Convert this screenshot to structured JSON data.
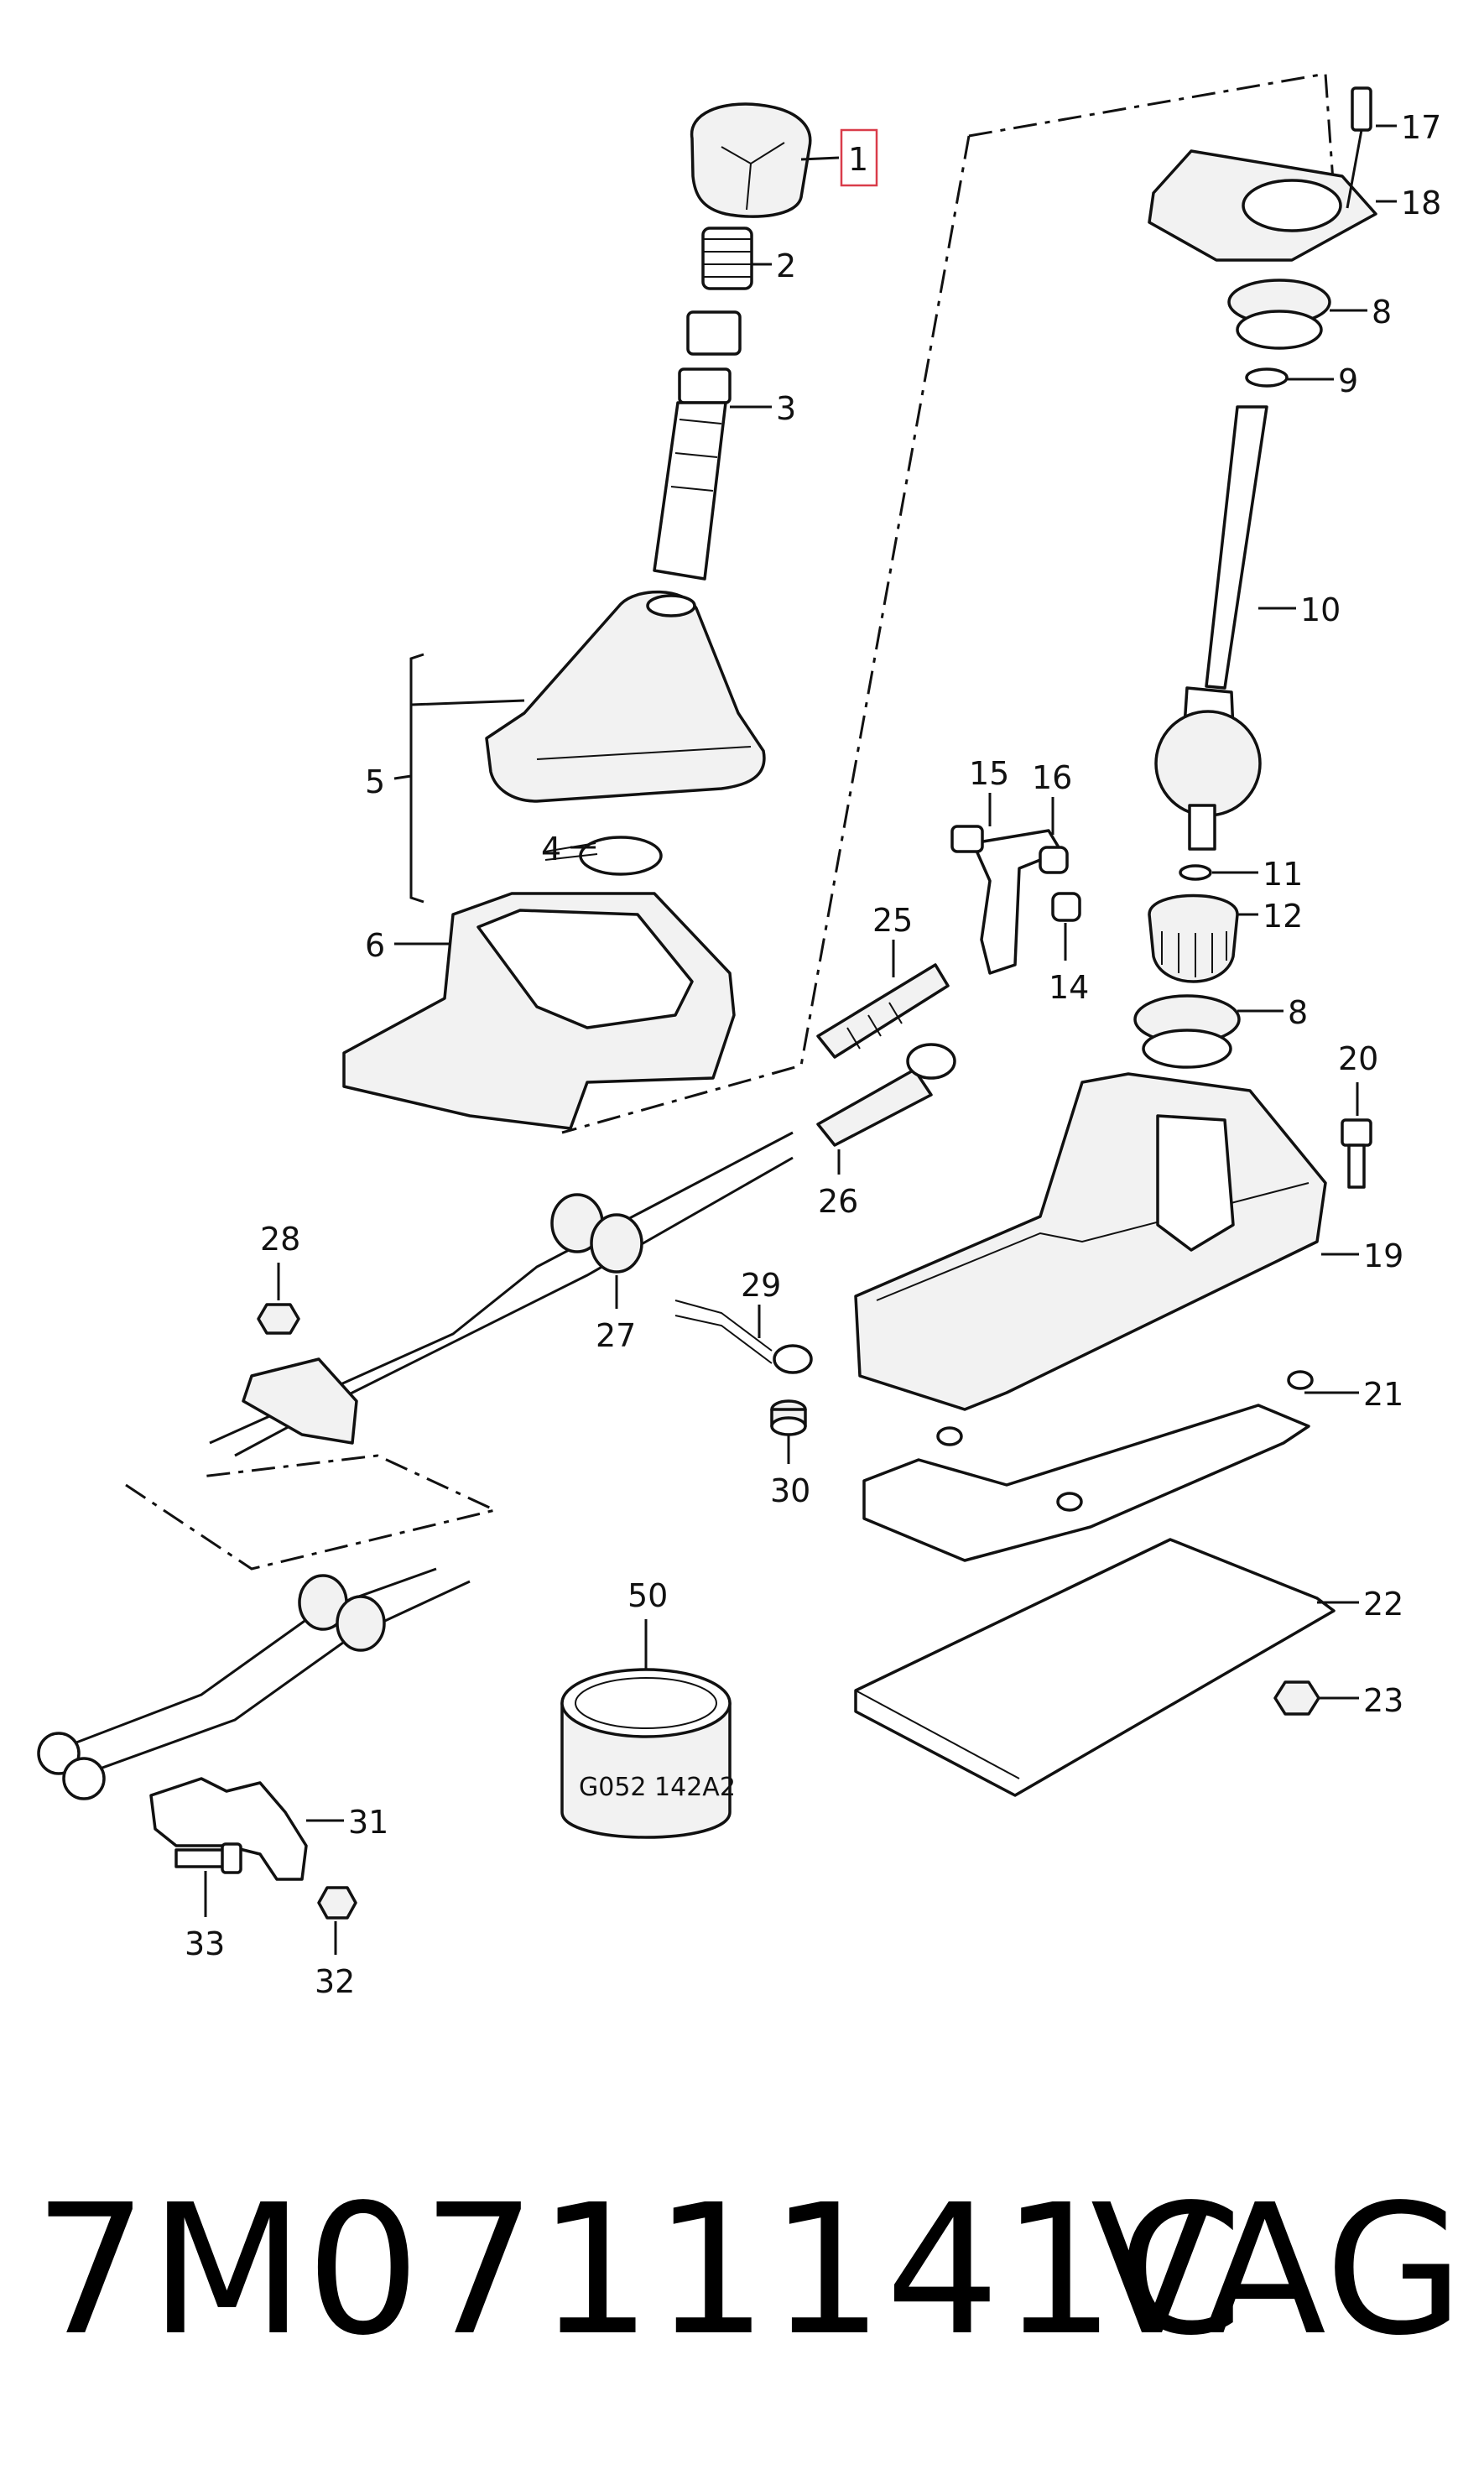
{
  "diagram": {
    "callouts": [
      "1",
      "2",
      "3",
      "4",
      "5",
      "6",
      "8",
      "9",
      "10",
      "11",
      "12",
      "8",
      "14",
      "15",
      "16",
      "17",
      "18",
      "19",
      "20",
      "21",
      "22",
      "23",
      "25",
      "26",
      "27",
      "28",
      "29",
      "30",
      "31",
      "32",
      "33",
      "50"
    ],
    "cylinder_marking": "G052 142A2",
    "highlighted_callout": "1",
    "highlight_color": "#d93c4a"
  },
  "footer": {
    "part_number": "7M0711141C",
    "brand": "VAG"
  }
}
